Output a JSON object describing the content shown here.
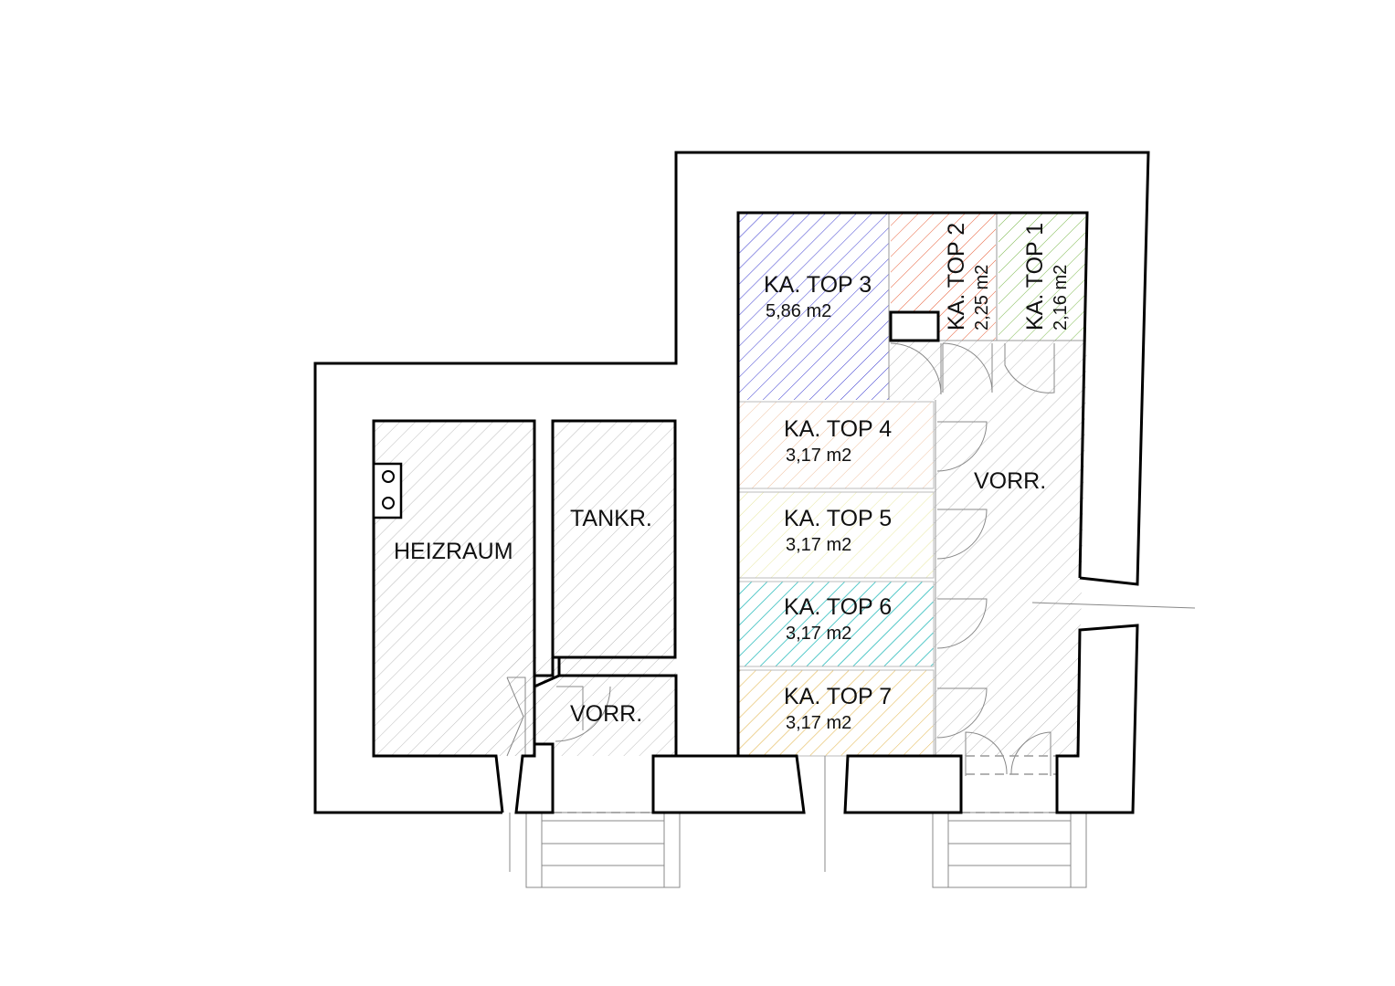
{
  "rooms": {
    "top3": {
      "name": "KA. TOP 3",
      "area": "5,86 m2",
      "color": "#3a3ad0"
    },
    "top2": {
      "name": "KA. TOP 2",
      "area": "2,25 m2",
      "color": "#e8603a"
    },
    "top1": {
      "name": "KA. TOP 1",
      "area": "2,16 m2",
      "color": "#7ab84a"
    },
    "top4": {
      "name": "KA. TOP 4",
      "area": "3,17 m2",
      "color": "#f0c4a4"
    },
    "top5": {
      "name": "KA. TOP 5",
      "area": "3,17 m2",
      "color": "#eeeea8"
    },
    "top6": {
      "name": "KA. TOP 6",
      "area": "3,17 m2",
      "color": "#20b8b8"
    },
    "top7": {
      "name": "KA. TOP 7",
      "area": "3,17 m2",
      "color": "#e0b040"
    },
    "vorr_main": {
      "name": "VORR."
    },
    "vorr_small": {
      "name": "VORR."
    },
    "heizraum": {
      "name": "HEIZRAUM"
    },
    "tankr": {
      "name": "TANKR."
    }
  }
}
